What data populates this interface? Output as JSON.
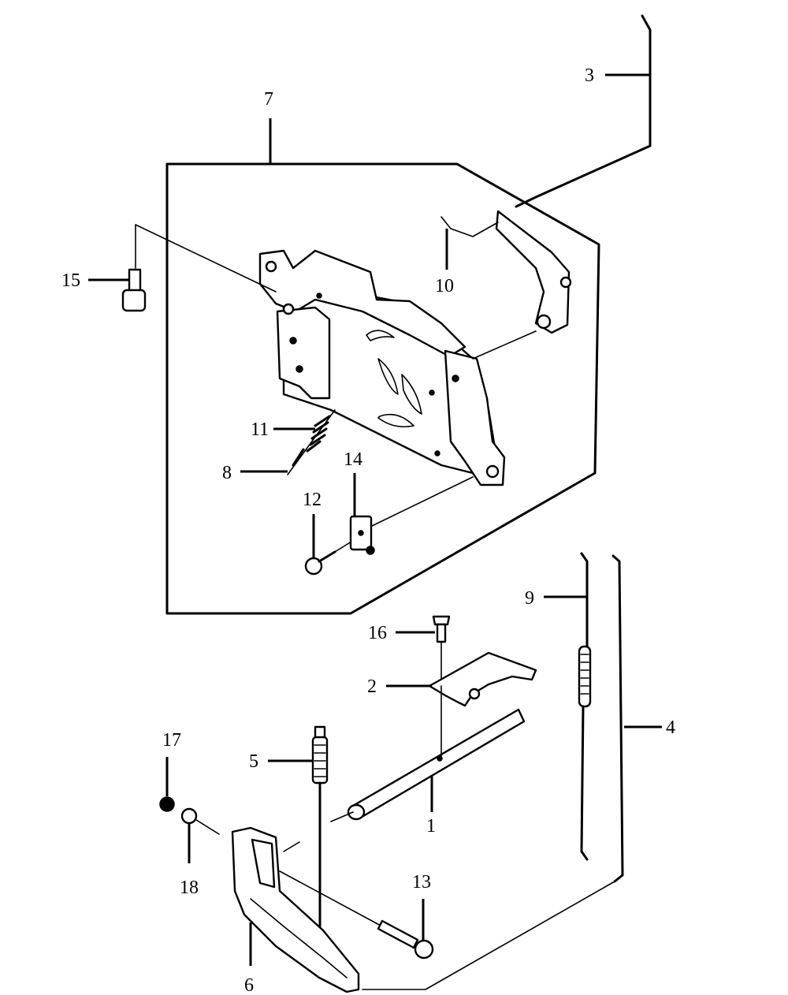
{
  "diagram": {
    "callouts": [
      {
        "id": "callout-1",
        "label": "1"
      },
      {
        "id": "callout-2",
        "label": "2"
      },
      {
        "id": "callout-3",
        "label": "3"
      },
      {
        "id": "callout-4",
        "label": "4"
      },
      {
        "id": "callout-5",
        "label": "5"
      },
      {
        "id": "callout-6",
        "label": "6"
      },
      {
        "id": "callout-7",
        "label": "7"
      },
      {
        "id": "callout-8",
        "label": "8"
      },
      {
        "id": "callout-9",
        "label": "9"
      },
      {
        "id": "callout-10",
        "label": "10"
      },
      {
        "id": "callout-11",
        "label": "11"
      },
      {
        "id": "callout-12",
        "label": "12"
      },
      {
        "id": "callout-13",
        "label": "13"
      },
      {
        "id": "callout-14",
        "label": "14"
      },
      {
        "id": "callout-15",
        "label": "15"
      },
      {
        "id": "callout-16",
        "label": "16"
      },
      {
        "id": "callout-17",
        "label": "17"
      },
      {
        "id": "callout-18",
        "label": "18"
      }
    ]
  }
}
